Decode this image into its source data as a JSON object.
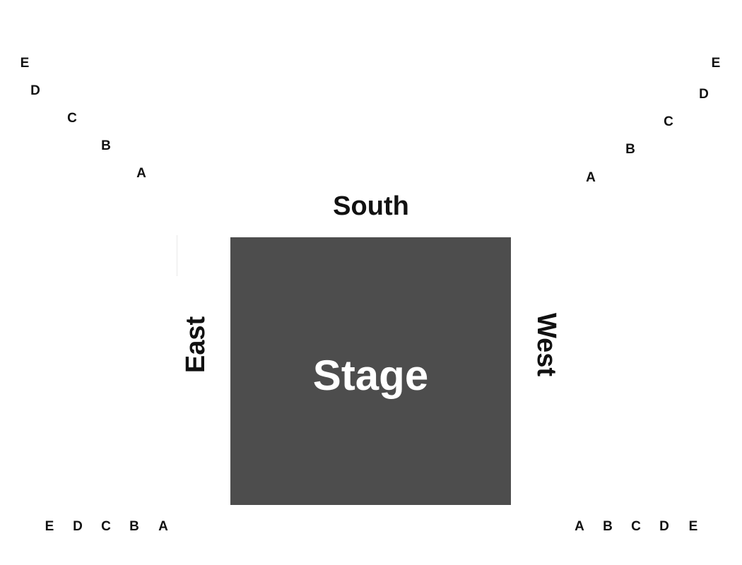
{
  "colors": {
    "stage_fill": "#4d4d4d",
    "stage_text": "#ffffff",
    "label_text": "#111111",
    "background": "#ffffff"
  },
  "stage": {
    "label": "Stage"
  },
  "sides": {
    "south": "South",
    "east": "East",
    "west": "West"
  },
  "rows": {
    "upper_left": [
      "E",
      "D",
      "C",
      "B",
      "A"
    ],
    "upper_right": [
      "E",
      "D",
      "C",
      "B",
      "A"
    ],
    "bottom_left": [
      "E",
      "D",
      "C",
      "B",
      "A"
    ],
    "bottom_right": [
      "A",
      "B",
      "C",
      "D",
      "E"
    ]
  }
}
